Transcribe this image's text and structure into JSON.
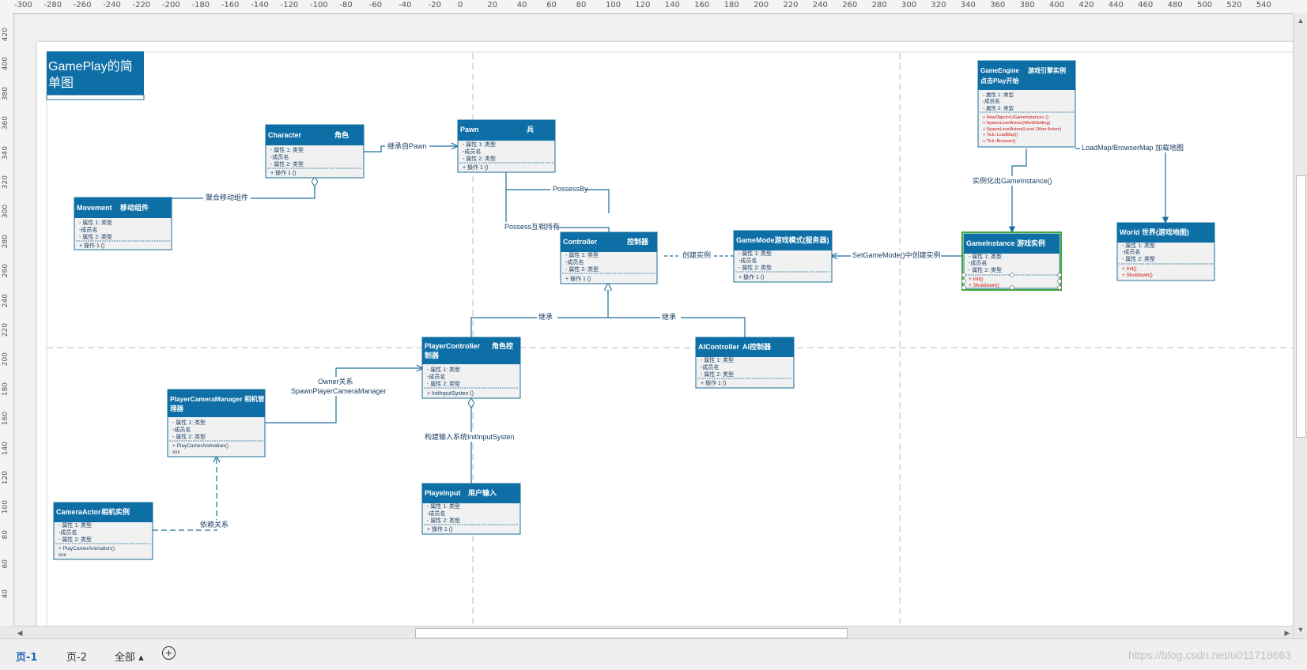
{
  "ruler": {
    "h_labels": [
      "-300",
      "-280",
      "-260",
      "-240",
      "-220",
      "-200",
      "-180",
      "-160",
      "-140",
      "-120",
      "-100",
      "-80",
      "-60",
      "-40",
      "-20",
      "0",
      "20",
      "40",
      "60",
      "80",
      "100",
      "120",
      "140",
      "160",
      "180",
      "200",
      "220",
      "240",
      "260",
      "280",
      "300",
      "320",
      "340",
      "360",
      "380",
      "400",
      "420",
      "440",
      "460",
      "480",
      "500",
      "520",
      "540"
    ],
    "v_labels": [
      "420",
      "400",
      "380",
      "360",
      "340",
      "320",
      "300",
      "280",
      "260",
      "240",
      "220",
      "200",
      "180",
      "160",
      "140",
      "120",
      "100",
      "80",
      "60",
      "40"
    ]
  },
  "title": {
    "line1": "GamePlay的简",
    "line2": "单图"
  },
  "attr_a": "- 属性 1: 类型",
  "attr_b": "-成员名",
  "attr_c": "- 属性 2: 类型",
  "op_default": "+ 操作 1 ()",
  "classes": {
    "character": {
      "name": "Character",
      "cn": "角色"
    },
    "pawn": {
      "name": "Pawn",
      "cn": "兵"
    },
    "movement": {
      "name": "Movement",
      "cn": "移动组件"
    },
    "controller": {
      "name": "Controller",
      "cn": "控制器"
    },
    "gamemode": {
      "name": "GameMode游戏模式(服务器)"
    },
    "gameengine": {
      "name": "GameEngine",
      "cn": "游戏引擎实例",
      "name2": "点击Play开始",
      "ops": [
        "+ NewObject<UGameInstance> ()",
        "+ SpawnLevelActors(WorldSetting)",
        "+ SpawnLevelActors(Level Other Actors)",
        "+ Tick::LoadMap()",
        "+ Tick::Browser()"
      ]
    },
    "gameinstance": {
      "name": "GameInstance 游戏实例",
      "ops": [
        "+ Init()",
        "+ Shutdown()"
      ]
    },
    "world": {
      "name": "World  世界(游戏地图)",
      "ops": [
        "+ Init()",
        "+ Shutdown()"
      ]
    },
    "playercontroller": {
      "name": "PlayerController",
      "cn": "角色控",
      "name2": "制器",
      "ops": [
        "+ InitInputSysten ()"
      ]
    },
    "aicontroller": {
      "name": "AIController",
      "cn": "AI控制器"
    },
    "playercameramanager": {
      "name": "PlayerCameraManager 相机管",
      "name2": "理器",
      "ops": [
        "+ PlayCamerAnimation()",
        "xxx"
      ]
    },
    "playeinput": {
      "name": "PlayeInput",
      "cn": "用户输入"
    },
    "cameraactor": {
      "name": "CameraActor",
      "cn": "相机实例",
      "ops": [
        "+ PlayCamerAnimation()",
        "xxx"
      ]
    }
  },
  "relations": {
    "inherit_pawn": "继承自Pawn",
    "agg_move": "聚合移动组件",
    "possess_by": "PossessBy",
    "possess_mutual": "Possess互相持有",
    "create_instance": "创建实例",
    "set_gamemode": "SetGameMode()中创建实例",
    "loadmap": "LoadMap/BrowserMap 加载地图",
    "instantiate_gi": "实例化出GameInstance()",
    "inherit_left": "继承",
    "inherit_right": "继承",
    "owner_rel": "Owner关系",
    "spawn_pcm": "SpawnPlayerCameraManager",
    "build_input": "构建输入系统InitInputSysten",
    "depend": "依赖关系"
  },
  "tabs": {
    "page1": "页-1",
    "page2": "页-2",
    "all": "全部 ▴",
    "add": "+"
  },
  "watermark": "https://blog.csdn.net/u011718663",
  "colors": {
    "header": "#0e6fa6",
    "line": "#1b6d99",
    "body": "#f1f1f1",
    "select": "#3aaa35",
    "red_op": "#cc1111"
  }
}
